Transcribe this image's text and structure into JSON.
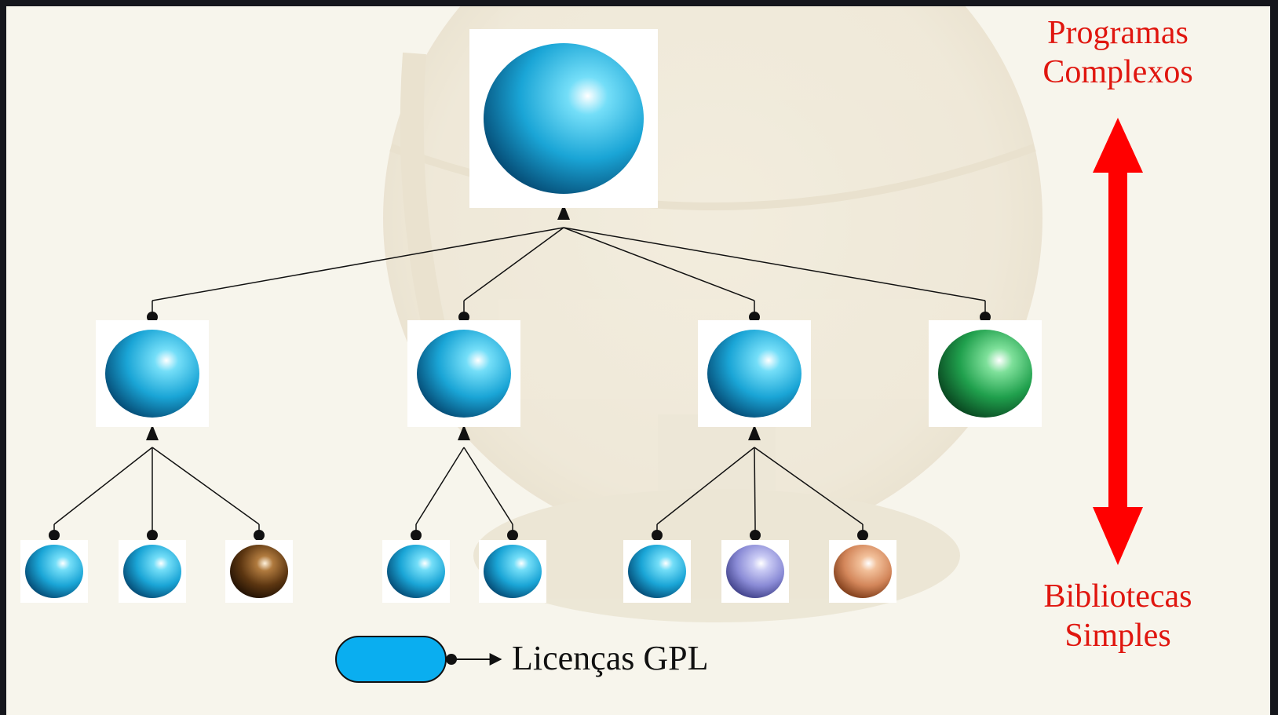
{
  "labels": {
    "top_line1": "Programas",
    "top_line2": "Complexos",
    "bottom_line1": "Bibliotecas",
    "bottom_line2": "Simples",
    "legend_text": "Licenças GPL"
  },
  "colors": {
    "label_red": "#e0160f",
    "arrow_red": "#ff0000",
    "sphere_blue": "#19a7d8",
    "sphere_green": "#1f9e4a",
    "sphere_brown": "#5a3510",
    "sphere_violet": "#8d8ed8",
    "sphere_copper": "#d68a5a",
    "legend_fill": "#0aaef0"
  },
  "diagram": {
    "root": {
      "color": "blue"
    },
    "middle": [
      {
        "color": "blue",
        "children": [
          "blue",
          "blue",
          "brown"
        ]
      },
      {
        "color": "blue",
        "children": [
          "blue",
          "blue"
        ]
      },
      {
        "color": "blue",
        "children": [
          "blue",
          "violet",
          "copper"
        ]
      },
      {
        "color": "green",
        "children": []
      }
    ]
  }
}
